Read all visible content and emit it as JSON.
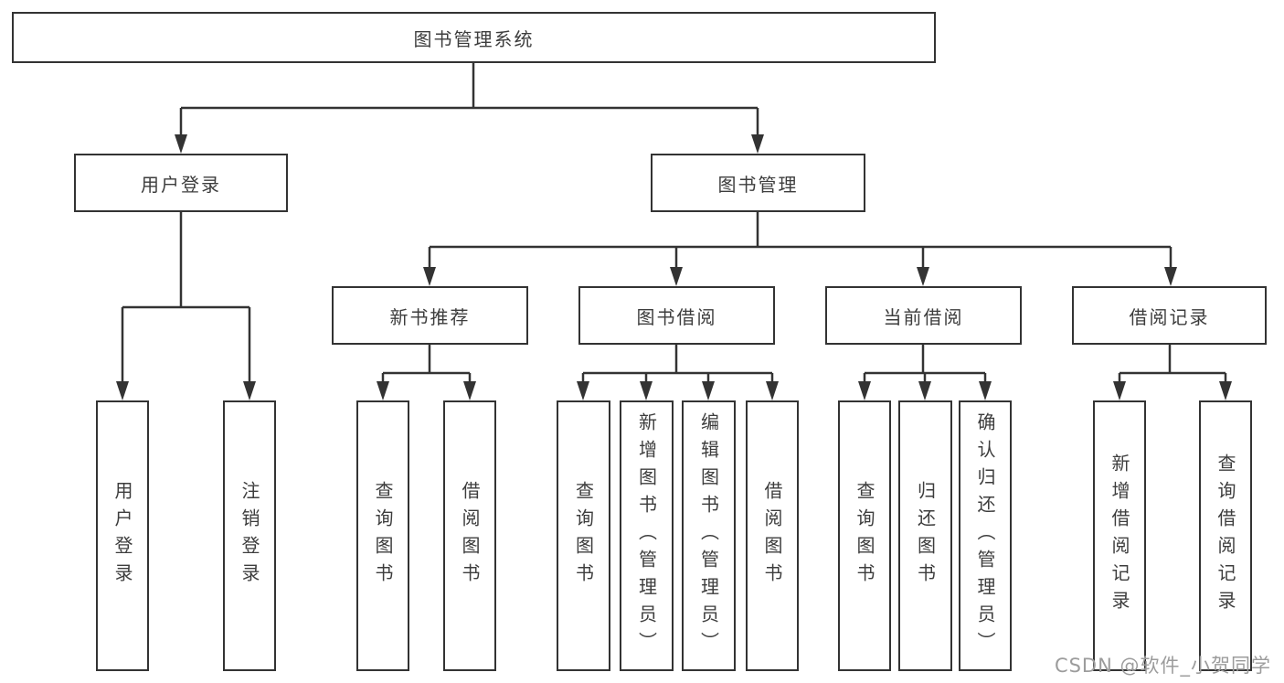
{
  "diagram": {
    "type": "hierarchy-tree",
    "watermark": "CSDN @软件_小贺同学",
    "colors": {
      "line": "#333333",
      "text": "#3d3d3d",
      "box_background": "#ffffff",
      "watermark": "#9c9c9c"
    },
    "nodes": {
      "root": {
        "label": "图书管理系统"
      },
      "user_login": {
        "label": "用户登录"
      },
      "book_mgmt": {
        "label": "图书管理"
      },
      "new_book_rec": {
        "label": "新书推荐"
      },
      "book_borrow": {
        "label": "图书借阅"
      },
      "current_borrow": {
        "label": "当前借阅"
      },
      "borrow_records": {
        "label": "借阅记录"
      },
      "user_login_leaf": {
        "label": "用户登录"
      },
      "logout_leaf": {
        "label": "注销登录"
      },
      "newrec_query_books": {
        "label": "查询图书"
      },
      "newrec_borrow_books": {
        "label": "借阅图书"
      },
      "bb_query_books": {
        "label": "查询图书"
      },
      "bb_add_books": {
        "label": "新增图书（管理员）"
      },
      "bb_edit_books": {
        "label": "编辑图书（管理员）"
      },
      "bb_borrow_books": {
        "label": "借阅图书"
      },
      "cur_query_books": {
        "label": "查询图书"
      },
      "cur_return_books": {
        "label": "归还图书"
      },
      "cur_confirm_return": {
        "label": "确认归还（管理员）"
      },
      "rec_add_record": {
        "label": "新增借阅记录"
      },
      "rec_query_record": {
        "label": "查询借阅记录"
      }
    },
    "structure": {
      "图书管理系统": {
        "用户登录": [
          "用户登录",
          "注销登录"
        ],
        "图书管理": {
          "新书推荐": [
            "查询图书",
            "借阅图书"
          ],
          "图书借阅": [
            "查询图书",
            "新增图书（管理员）",
            "编辑图书（管理员）",
            "借阅图书"
          ],
          "当前借阅": [
            "查询图书",
            "归还图书",
            "确认归还（管理员）"
          ],
          "借阅记录": [
            "新增借阅记录",
            "查询借阅记录"
          ]
        }
      }
    }
  }
}
